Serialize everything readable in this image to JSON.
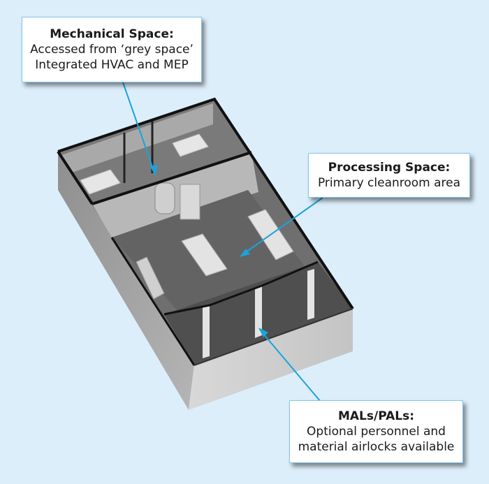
{
  "colors": {
    "background": "#ddeefb",
    "leader_line": "#1aa3dc",
    "callout_border": "#7fc6ea"
  },
  "callouts": {
    "mechanical": {
      "title": "Mechanical Space:",
      "lines": [
        "Accessed from ‘grey space’",
        "Integrated HVAC and MEP"
      ]
    },
    "processing": {
      "title": "Processing Space:",
      "lines": [
        "Primary cleanroom area"
      ]
    },
    "airlocks": {
      "title": "MALs/PALs:",
      "lines": [
        "Optional personnel and",
        "material airlocks available"
      ]
    }
  }
}
